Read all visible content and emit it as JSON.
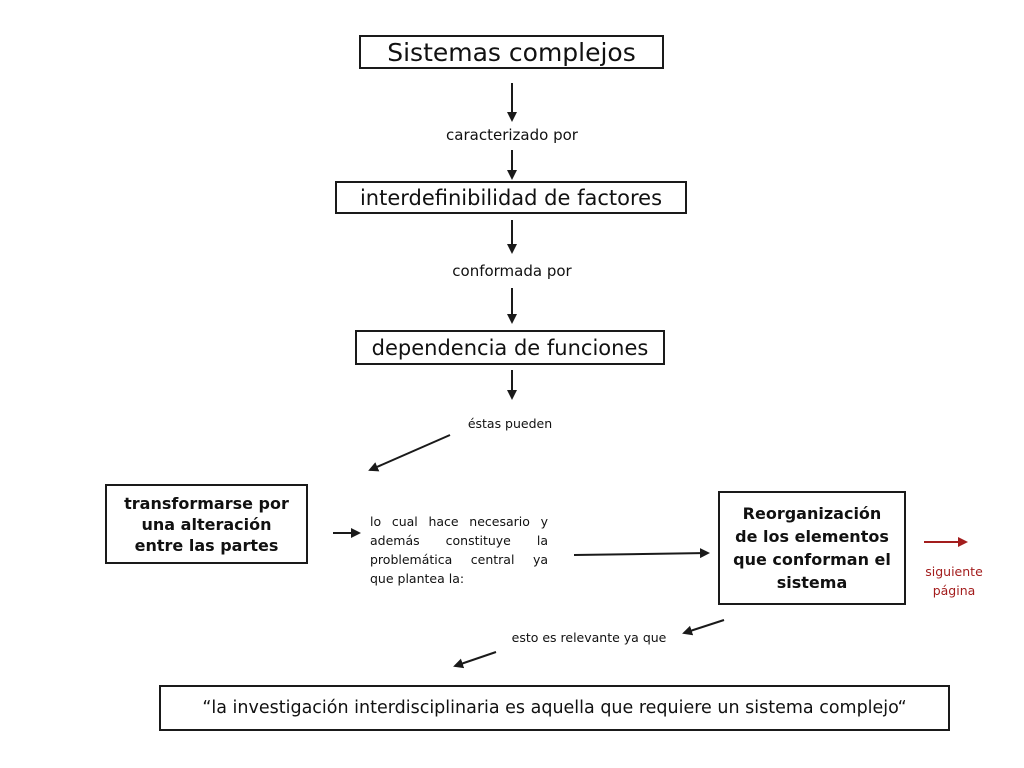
{
  "nodes": {
    "sistemas": "Sistemas complejos",
    "interdefinibilidad": "interdefinibilidad de factores",
    "dependencia": "dependencia de funciones",
    "transformarse": [
      "transformarse por",
      "una alteración",
      "entre las partes"
    ],
    "reorganizacion": [
      "Reorganización",
      "de los elementos",
      "que conforman el",
      "sistema"
    ],
    "cita": "“la investigación interdisciplinaria es aquella que requiere un sistema complejo“"
  },
  "edge_labels": {
    "caracterizado": "caracterizado por",
    "conformada": "conformada por",
    "estas": "éstas pueden",
    "lo_cual": [
      "lo cual hace necesario y",
      "además constituye la",
      "problemática central ya",
      "que plantea la:"
    ],
    "relevante": "esto es relevante ya que"
  },
  "next_page": [
    "siguiente",
    "página"
  ],
  "colors": {
    "accent_red": "#a31d1d",
    "stroke": "#1a1a1a"
  }
}
